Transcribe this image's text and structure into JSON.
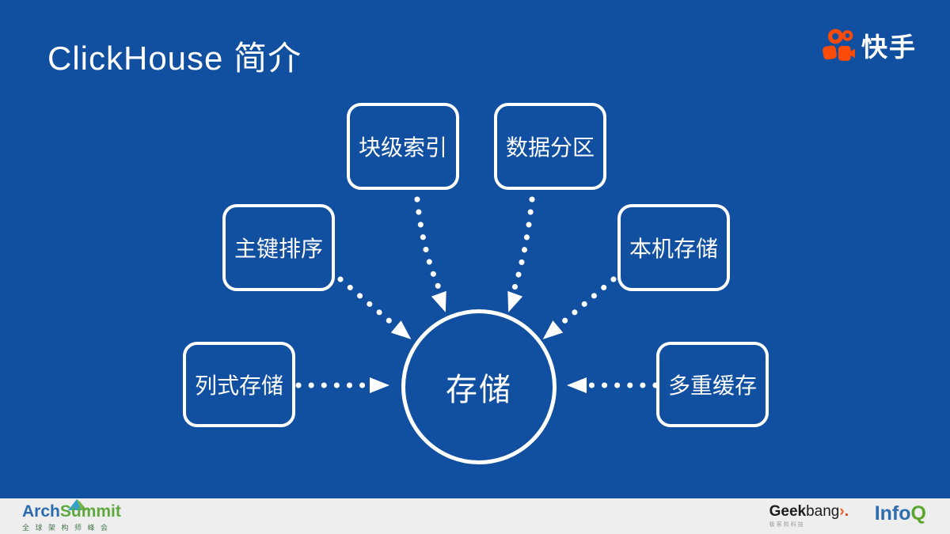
{
  "slide": {
    "title": "ClickHouse 简介",
    "background_color": "#114FA0"
  },
  "brand": {
    "kuaishou_label": "快手",
    "kuaishou_orange": "#FB4B08"
  },
  "diagram": {
    "center": {
      "label": "存储"
    },
    "nodes": [
      {
        "id": "block-index",
        "label": "块级索引"
      },
      {
        "id": "data-partition",
        "label": "数据分区"
      },
      {
        "id": "primary-key-sort",
        "label": "主键排序"
      },
      {
        "id": "local-storage",
        "label": "本机存储"
      },
      {
        "id": "columnar-storage",
        "label": "列式存储"
      },
      {
        "id": "multi-cache",
        "label": "多重缓存"
      }
    ]
  },
  "footer": {
    "archsummit": {
      "part1": "Arch",
      "part2": "Summit",
      "subtitle": "全球架构师峰会",
      "blue": "#2A6BAD",
      "green": "#5FA83F"
    },
    "geekbang": {
      "part1": "Geek",
      "part2": "bang",
      "chevron": "›",
      "dot": ".",
      "subtitle": "极客邦科技"
    },
    "infoq": {
      "part1": "Info",
      "part2": "Q"
    }
  }
}
